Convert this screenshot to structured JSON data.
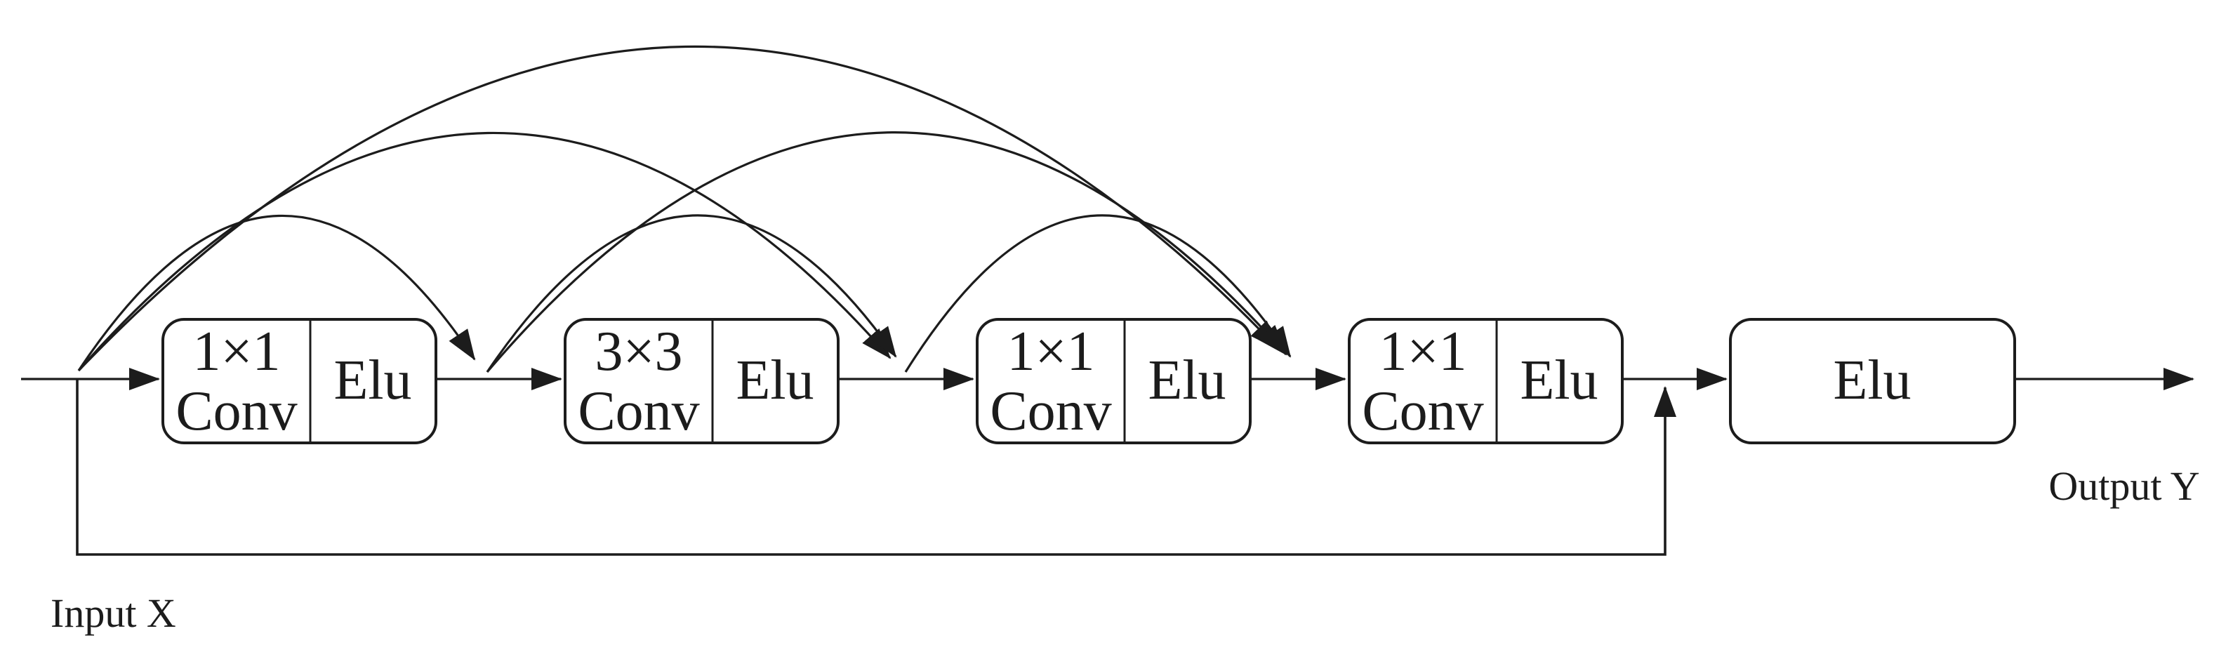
{
  "figure": {
    "background": "#ffffff",
    "line_color": "#1c1c1c",
    "box_fill": "#ffffff",
    "input_label": "Input X",
    "output_label": "Output Y",
    "final_activation": "Elu",
    "layers": [
      {
        "kernel": "1×1",
        "op": "Conv",
        "activation": "Elu"
      },
      {
        "kernel": "3×3",
        "op": "Conv",
        "activation": "Elu"
      },
      {
        "kernel": "1×1",
        "op": "Conv",
        "activation": "Elu"
      },
      {
        "kernel": "1×1",
        "op": "Conv",
        "activation": "Elu"
      }
    ],
    "skip_connections": [
      {
        "from": "input",
        "to": "after-layer-1",
        "route": "arc"
      },
      {
        "from": "input",
        "to": "after-layer-2",
        "route": "arc"
      },
      {
        "from": "input",
        "to": "after-layer-3",
        "route": "arc"
      },
      {
        "from": "after-layer-1",
        "to": "after-layer-2",
        "route": "arc"
      },
      {
        "from": "after-layer-1",
        "to": "after-layer-3",
        "route": "arc"
      },
      {
        "from": "after-layer-2",
        "to": "after-layer-3",
        "route": "arc"
      },
      {
        "from": "input",
        "to": "final-activation-input",
        "route": "bottom"
      }
    ]
  }
}
